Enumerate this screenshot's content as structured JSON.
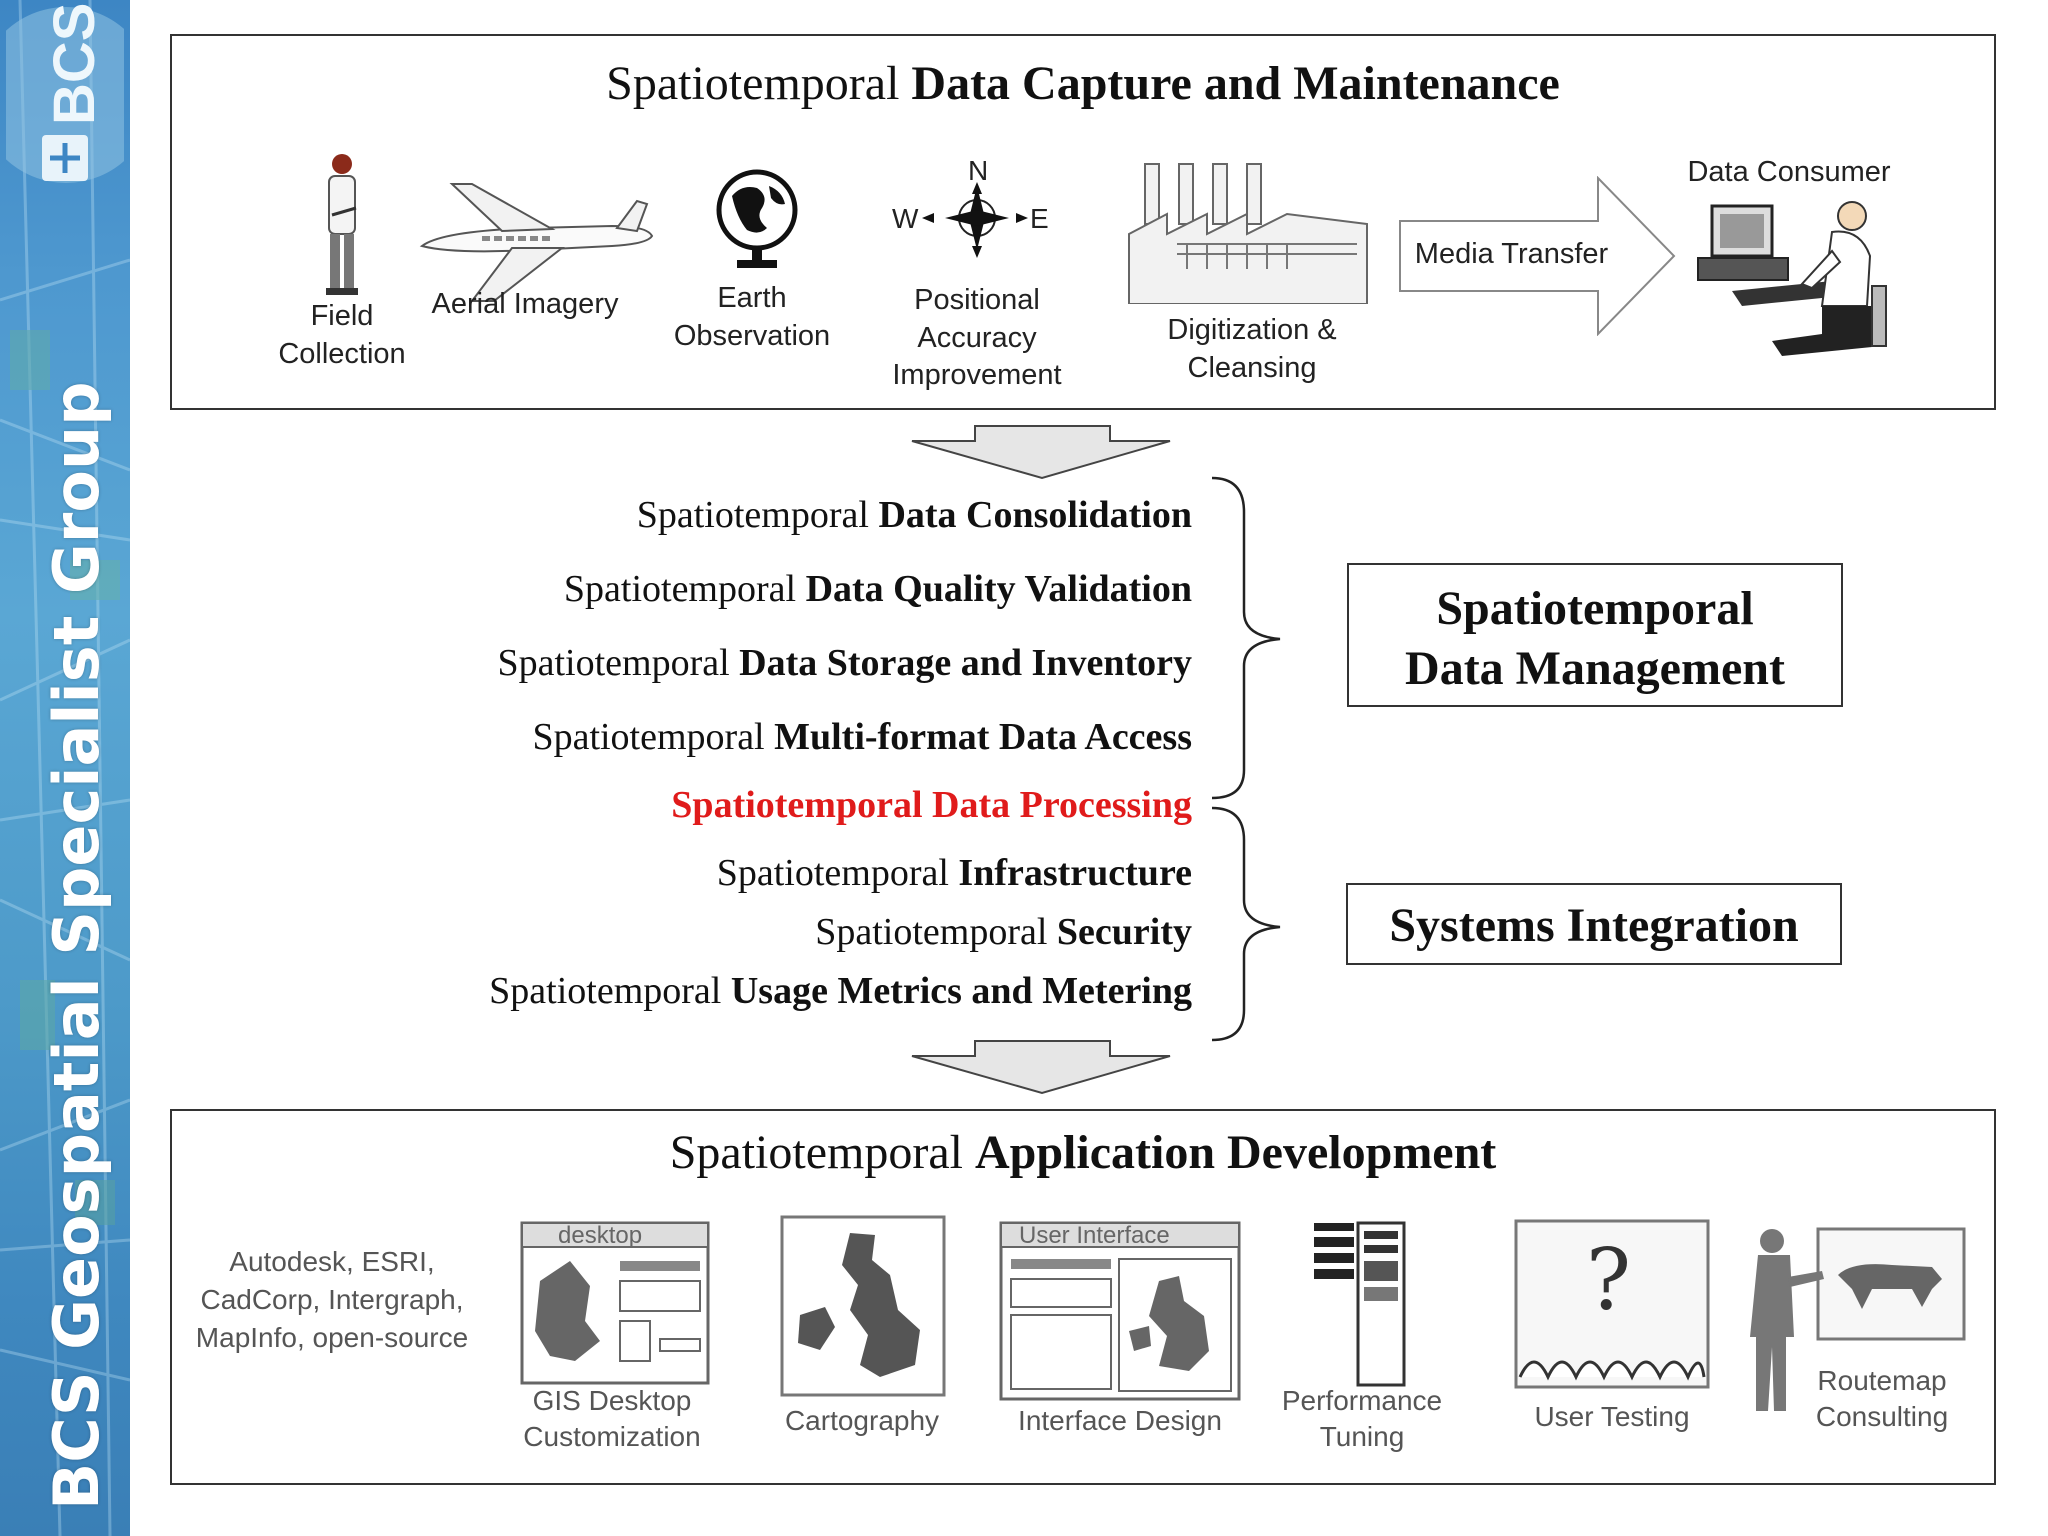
{
  "sidebar": {
    "logo_text": "BCS",
    "title": "BCS Geospatial Specialist Group"
  },
  "capture": {
    "title_prefix": "Spatiotemporal ",
    "title_bold": "Data Capture and Maintenance",
    "items": [
      {
        "label": "Field\nCollection",
        "icon": "field-worker-icon"
      },
      {
        "label": "Aerial Imagery",
        "icon": "airplane-icon"
      },
      {
        "label": "Earth\nObservation",
        "icon": "globe-icon"
      },
      {
        "label": "Positional\nAccuracy\nImprovement",
        "icon": "compass-icon"
      },
      {
        "label": "Digitization &\nCleansing",
        "icon": "factory-icon"
      },
      {
        "label": "Media Transfer",
        "icon": "arrow-right-icon"
      },
      {
        "label": "Data Consumer",
        "icon": "computer-user-icon"
      }
    ],
    "compass": {
      "n": "N",
      "w": "W",
      "e": "E"
    }
  },
  "middle": {
    "items": [
      {
        "prefix": "Spatiotemporal ",
        "bold": "Data Consolidation"
      },
      {
        "prefix": "Spatiotemporal ",
        "bold": "Data Quality Validation"
      },
      {
        "prefix": "Spatiotemporal ",
        "bold": "Data Storage and Inventory"
      },
      {
        "prefix": "Spatiotemporal ",
        "bold": "Multi-format Data Access"
      },
      {
        "prefix": "",
        "bold": "Spatiotemporal Data Processing",
        "color": "#e01b1b"
      },
      {
        "prefix": "Spatiotemporal ",
        "bold": "Infrastructure"
      },
      {
        "prefix": "Spatiotemporal ",
        "bold": "Security"
      },
      {
        "prefix": "Spatiotemporal ",
        "bold": "Usage Metrics and Metering"
      }
    ],
    "data_management_line1": "Spatiotemporal",
    "data_management_line2": "Data Management",
    "systems_integration": "Systems Integration"
  },
  "app": {
    "title_prefix": "Spatiotemporal ",
    "title_bold": "Application Development",
    "vendors": "Autodesk, ESRI,\nCadCorp, Intergraph,\nMapInfo, open-source",
    "items": [
      {
        "label": "GIS Desktop\nCustomization",
        "icon": "desktop-window-icon",
        "caption": "desktop"
      },
      {
        "label": "Cartography",
        "icon": "uk-map-icon"
      },
      {
        "label": "Interface Design",
        "icon": "user-interface-icon",
        "caption": "User Interface"
      },
      {
        "label": "Performance\nTuning",
        "icon": "server-rack-icon"
      },
      {
        "label": "User Testing",
        "icon": "question-mark-icon"
      },
      {
        "label": "Routemap\nConsulting",
        "icon": "presenter-icon"
      }
    ]
  },
  "colors": {
    "sidebar_blue": "#4e98cf",
    "highlight_red": "#e01b1b",
    "border": "#333333"
  }
}
